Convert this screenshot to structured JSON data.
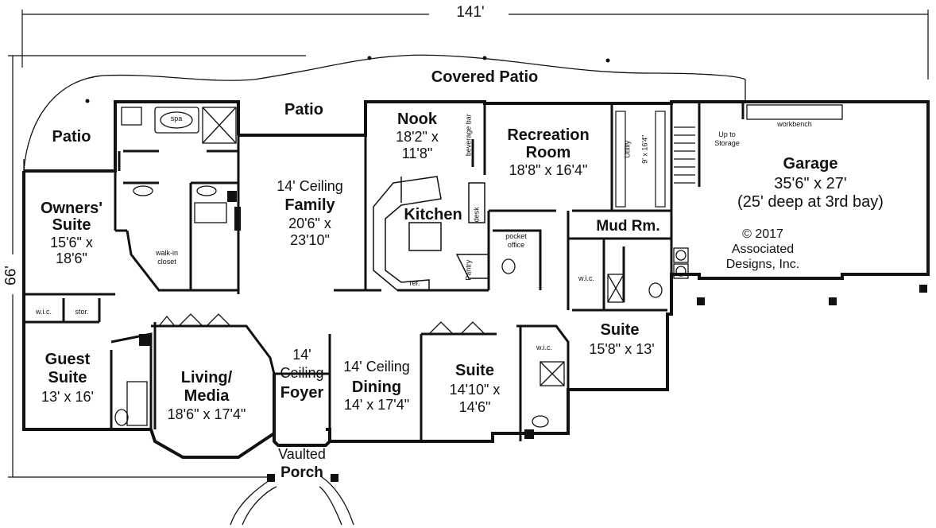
{
  "dimensions": {
    "width_total": "141'",
    "depth_total": "66'"
  },
  "outdoor": {
    "covered_patio": "Covered Patio",
    "patio_left": "Patio",
    "patio_center": "Patio",
    "porch_line1": "Vaulted",
    "porch_line2": "Porch"
  },
  "rooms": {
    "owners_suite": {
      "name_line1": "Owners'",
      "name_line2": "Suite",
      "dim_line1": "15'6\" x",
      "dim_line2": "18'6\""
    },
    "family": {
      "ceiling": "14' Ceiling",
      "name": "Family",
      "dim_line1": "20'6\" x",
      "dim_line2": "23'10\""
    },
    "nook": {
      "name": "Nook",
      "dim_line1": "18'2\" x",
      "dim_line2": "11'8\""
    },
    "kitchen": {
      "name": "Kitchen"
    },
    "recreation": {
      "name_line1": "Recreation",
      "name_line2": "Room",
      "dim": "18'8\" x 16'4\""
    },
    "garage": {
      "name": "Garage",
      "dim": "35'6\" x 27'",
      "note": "(25' deep at 3rd bay)"
    },
    "mud_room": {
      "name": "Mud Rm."
    },
    "guest_suite": {
      "name_line1": "Guest",
      "name_line2": "Suite",
      "dim": "13' x 16'"
    },
    "living_media": {
      "name_line1": "Living/",
      "name_line2": "Media",
      "dim": "18'6\" x 17'4\""
    },
    "foyer": {
      "ceiling_line1": "14'",
      "ceiling_line2": "Ceiling",
      "name": "Foyer"
    },
    "dining": {
      "ceiling": "14' Ceiling",
      "name": "Dining",
      "dim": "14' x 17'4\""
    },
    "suite_center": {
      "name": "Suite",
      "dim_line1": "14'10\" x",
      "dim_line2": "14'6\""
    },
    "suite_right": {
      "name": "Suite",
      "dim": "15'8\" x 13'"
    }
  },
  "small_labels": {
    "spa": "spa",
    "walk_in_closet_line1": "walk-in",
    "walk_in_closet_line2": "closet",
    "wic_left": "w.i.c.",
    "storage_left": "stor.",
    "beverage_bar": "beverage bar",
    "pantry": "Pantry",
    "pocket_office_line1": "pocket",
    "pocket_office_line2": "office",
    "ref": "ref.",
    "wic_center": "w.i.c.",
    "wic_right": "w.i.c.",
    "utility": "Utility",
    "utility_dim": "9' x 16'4\"",
    "up_to_storage_line1": "Up to",
    "up_to_storage_line2": "Storage",
    "workbench": "workbench",
    "desk": "desk"
  },
  "copyright": {
    "line1": "© 2017",
    "line2": "Associated",
    "line3": "Designs, Inc."
  }
}
